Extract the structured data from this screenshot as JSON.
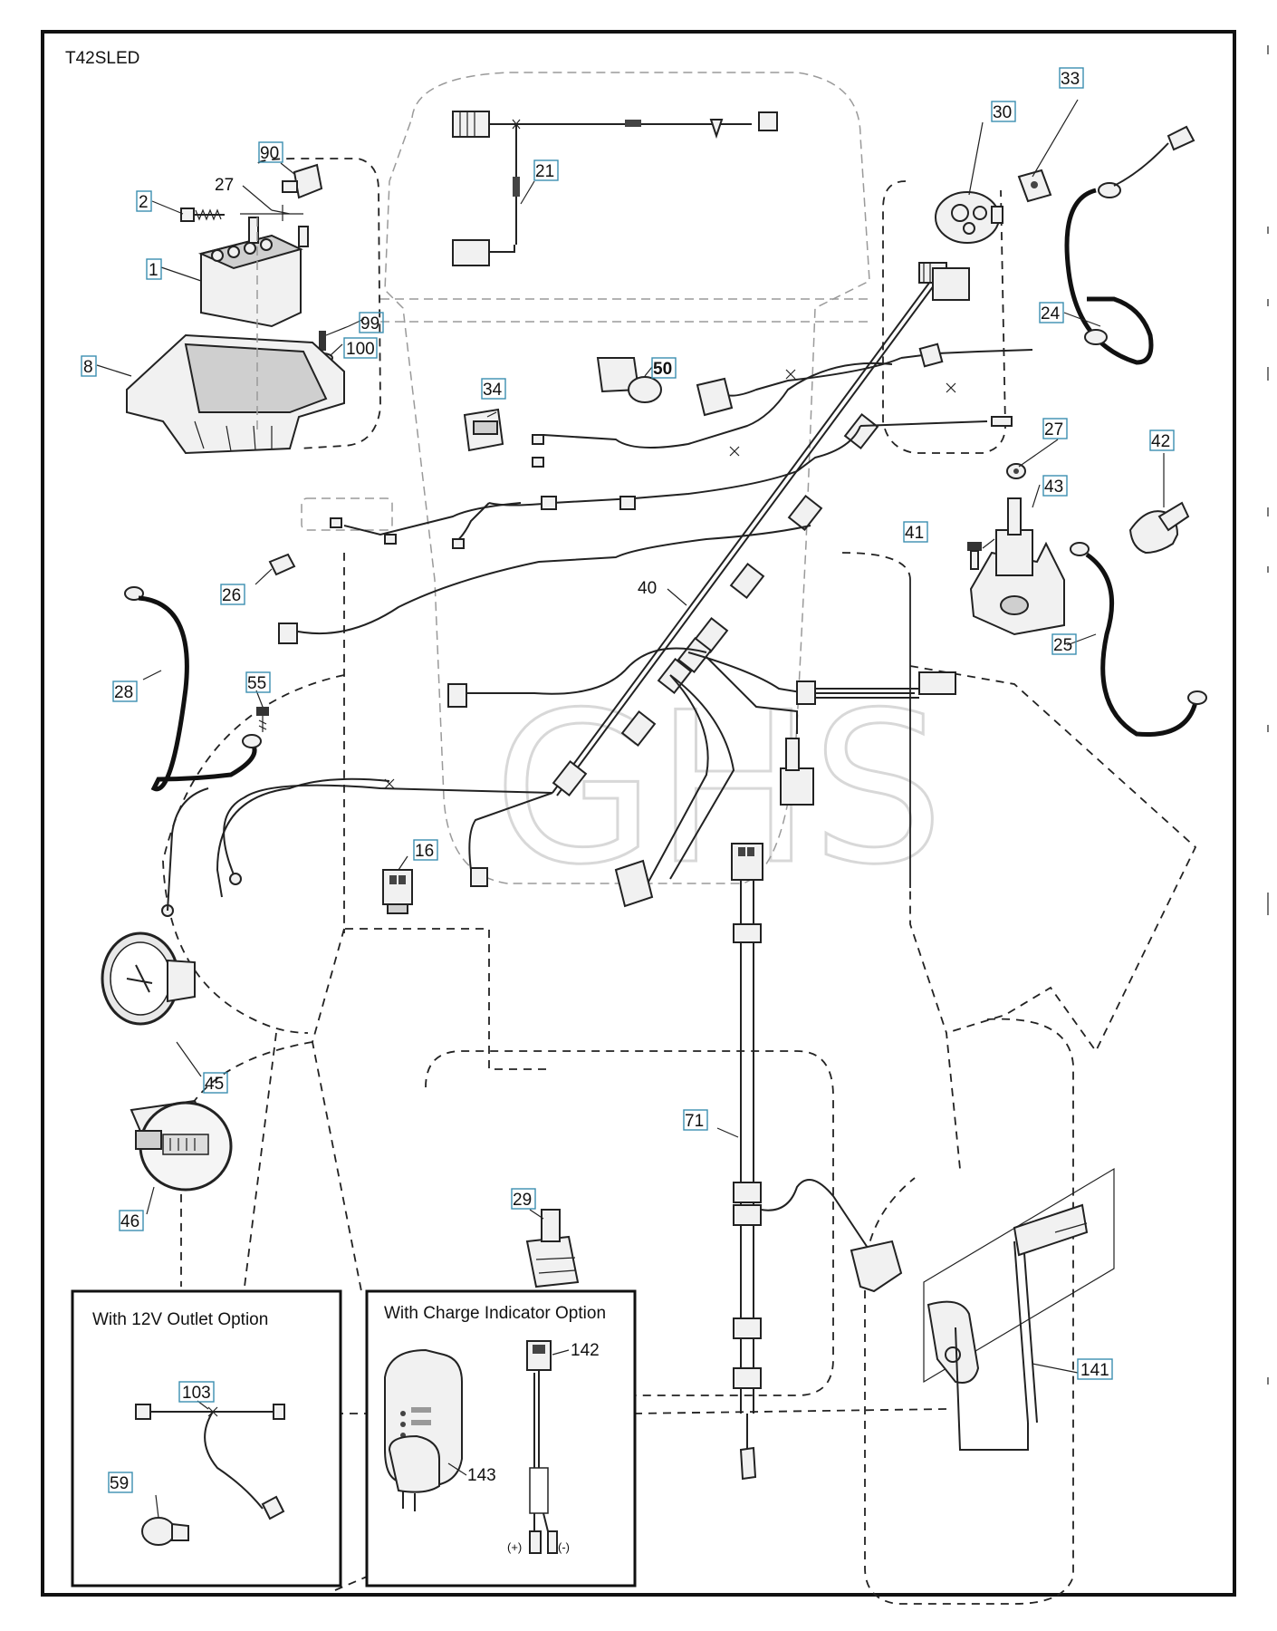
{
  "diagram": {
    "model": "T42SLED",
    "watermark": "GHS",
    "callouts": [
      {
        "id": "c1",
        "label": "1"
      },
      {
        "id": "c2",
        "label": "2"
      },
      {
        "id": "c8",
        "label": "8"
      },
      {
        "id": "c16",
        "label": "16"
      },
      {
        "id": "c21",
        "label": "21"
      },
      {
        "id": "c24",
        "label": "24"
      },
      {
        "id": "c25",
        "label": "25"
      },
      {
        "id": "c26",
        "label": "26"
      },
      {
        "id": "c27a",
        "label": "27"
      },
      {
        "id": "c27b",
        "label": "27"
      },
      {
        "id": "c28",
        "label": "28"
      },
      {
        "id": "c29",
        "label": "29"
      },
      {
        "id": "c30",
        "label": "30"
      },
      {
        "id": "c33",
        "label": "33"
      },
      {
        "id": "c34",
        "label": "34"
      },
      {
        "id": "c40",
        "label": "40"
      },
      {
        "id": "c41",
        "label": "41"
      },
      {
        "id": "c42",
        "label": "42"
      },
      {
        "id": "c43",
        "label": "43"
      },
      {
        "id": "c45",
        "label": "45"
      },
      {
        "id": "c46",
        "label": "46"
      },
      {
        "id": "c50",
        "label": "50"
      },
      {
        "id": "c55",
        "label": "55"
      },
      {
        "id": "c59",
        "label": "59"
      },
      {
        "id": "c71",
        "label": "71"
      },
      {
        "id": "c90",
        "label": "90"
      },
      {
        "id": "c99",
        "label": "99"
      },
      {
        "id": "c100",
        "label": "100"
      },
      {
        "id": "c103",
        "label": "103"
      },
      {
        "id": "c141",
        "label": "141"
      },
      {
        "id": "c142",
        "label": "142"
      },
      {
        "id": "c143",
        "label": "143"
      }
    ],
    "insets": {
      "outlet": {
        "title": "With 12V Outlet Option"
      },
      "charge": {
        "title": "With Charge Indicator Option",
        "plus": "(+)",
        "minus": "(-)"
      }
    }
  }
}
